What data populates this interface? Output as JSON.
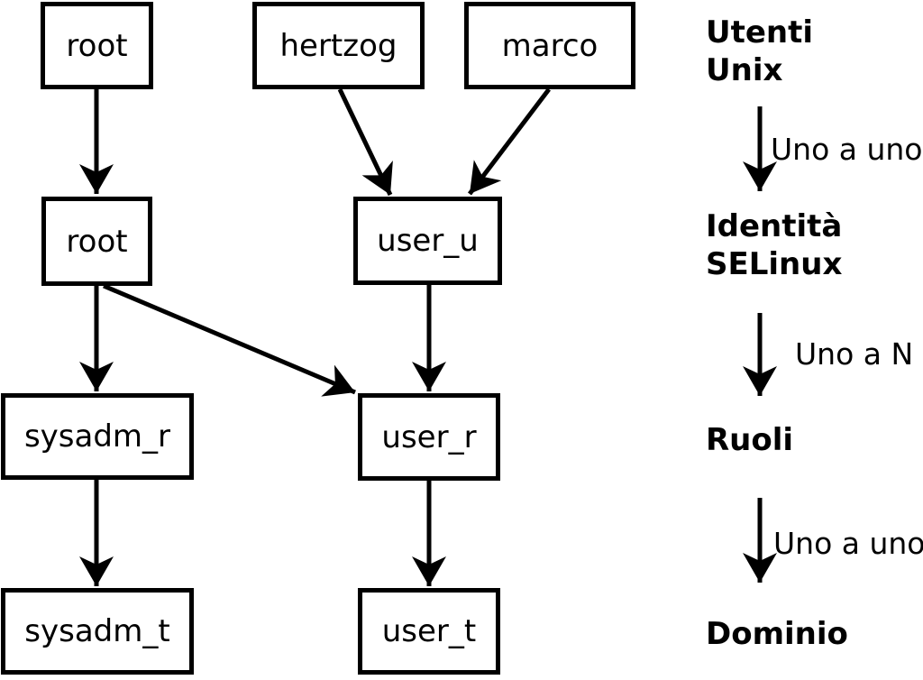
{
  "colors": {
    "foreground": "#000000",
    "background": "#ffffff"
  },
  "diagram": {
    "boxes": [
      {
        "id": "unix-user-root",
        "label": "root"
      },
      {
        "id": "unix-user-hertzog",
        "label": "hertzog"
      },
      {
        "id": "unix-user-marco",
        "label": "marco"
      },
      {
        "id": "selinux-identity-root",
        "label": "root"
      },
      {
        "id": "selinux-identity-user-u",
        "label": "user_u"
      },
      {
        "id": "role-sysadm-r",
        "label": "sysadm_r"
      },
      {
        "id": "role-user-r",
        "label": "user_r"
      },
      {
        "id": "domain-sysadm-t",
        "label": "sysadm_t"
      },
      {
        "id": "domain-user-t",
        "label": "user_t"
      }
    ],
    "edges": [
      {
        "from": "unix-user-root",
        "to": "selinux-identity-root"
      },
      {
        "from": "unix-user-hertzog",
        "to": "selinux-identity-user-u"
      },
      {
        "from": "unix-user-marco",
        "to": "selinux-identity-user-u"
      },
      {
        "from": "selinux-identity-root",
        "to": "role-sysadm-r"
      },
      {
        "from": "selinux-identity-root",
        "to": "role-user-r"
      },
      {
        "from": "selinux-identity-user-u",
        "to": "role-user-r"
      },
      {
        "from": "role-sysadm-r",
        "to": "domain-sysadm-t"
      },
      {
        "from": "role-user-r",
        "to": "domain-user-t"
      }
    ]
  },
  "legend": {
    "levels": [
      {
        "label": "Utenti\nUnix"
      },
      {
        "label": "Identità\nSELinux"
      },
      {
        "label": "Ruoli"
      },
      {
        "label": "Dominio"
      }
    ],
    "relations": [
      {
        "label": "Uno a uno"
      },
      {
        "label": "Uno a N"
      },
      {
        "label": "Uno a uno"
      }
    ]
  }
}
